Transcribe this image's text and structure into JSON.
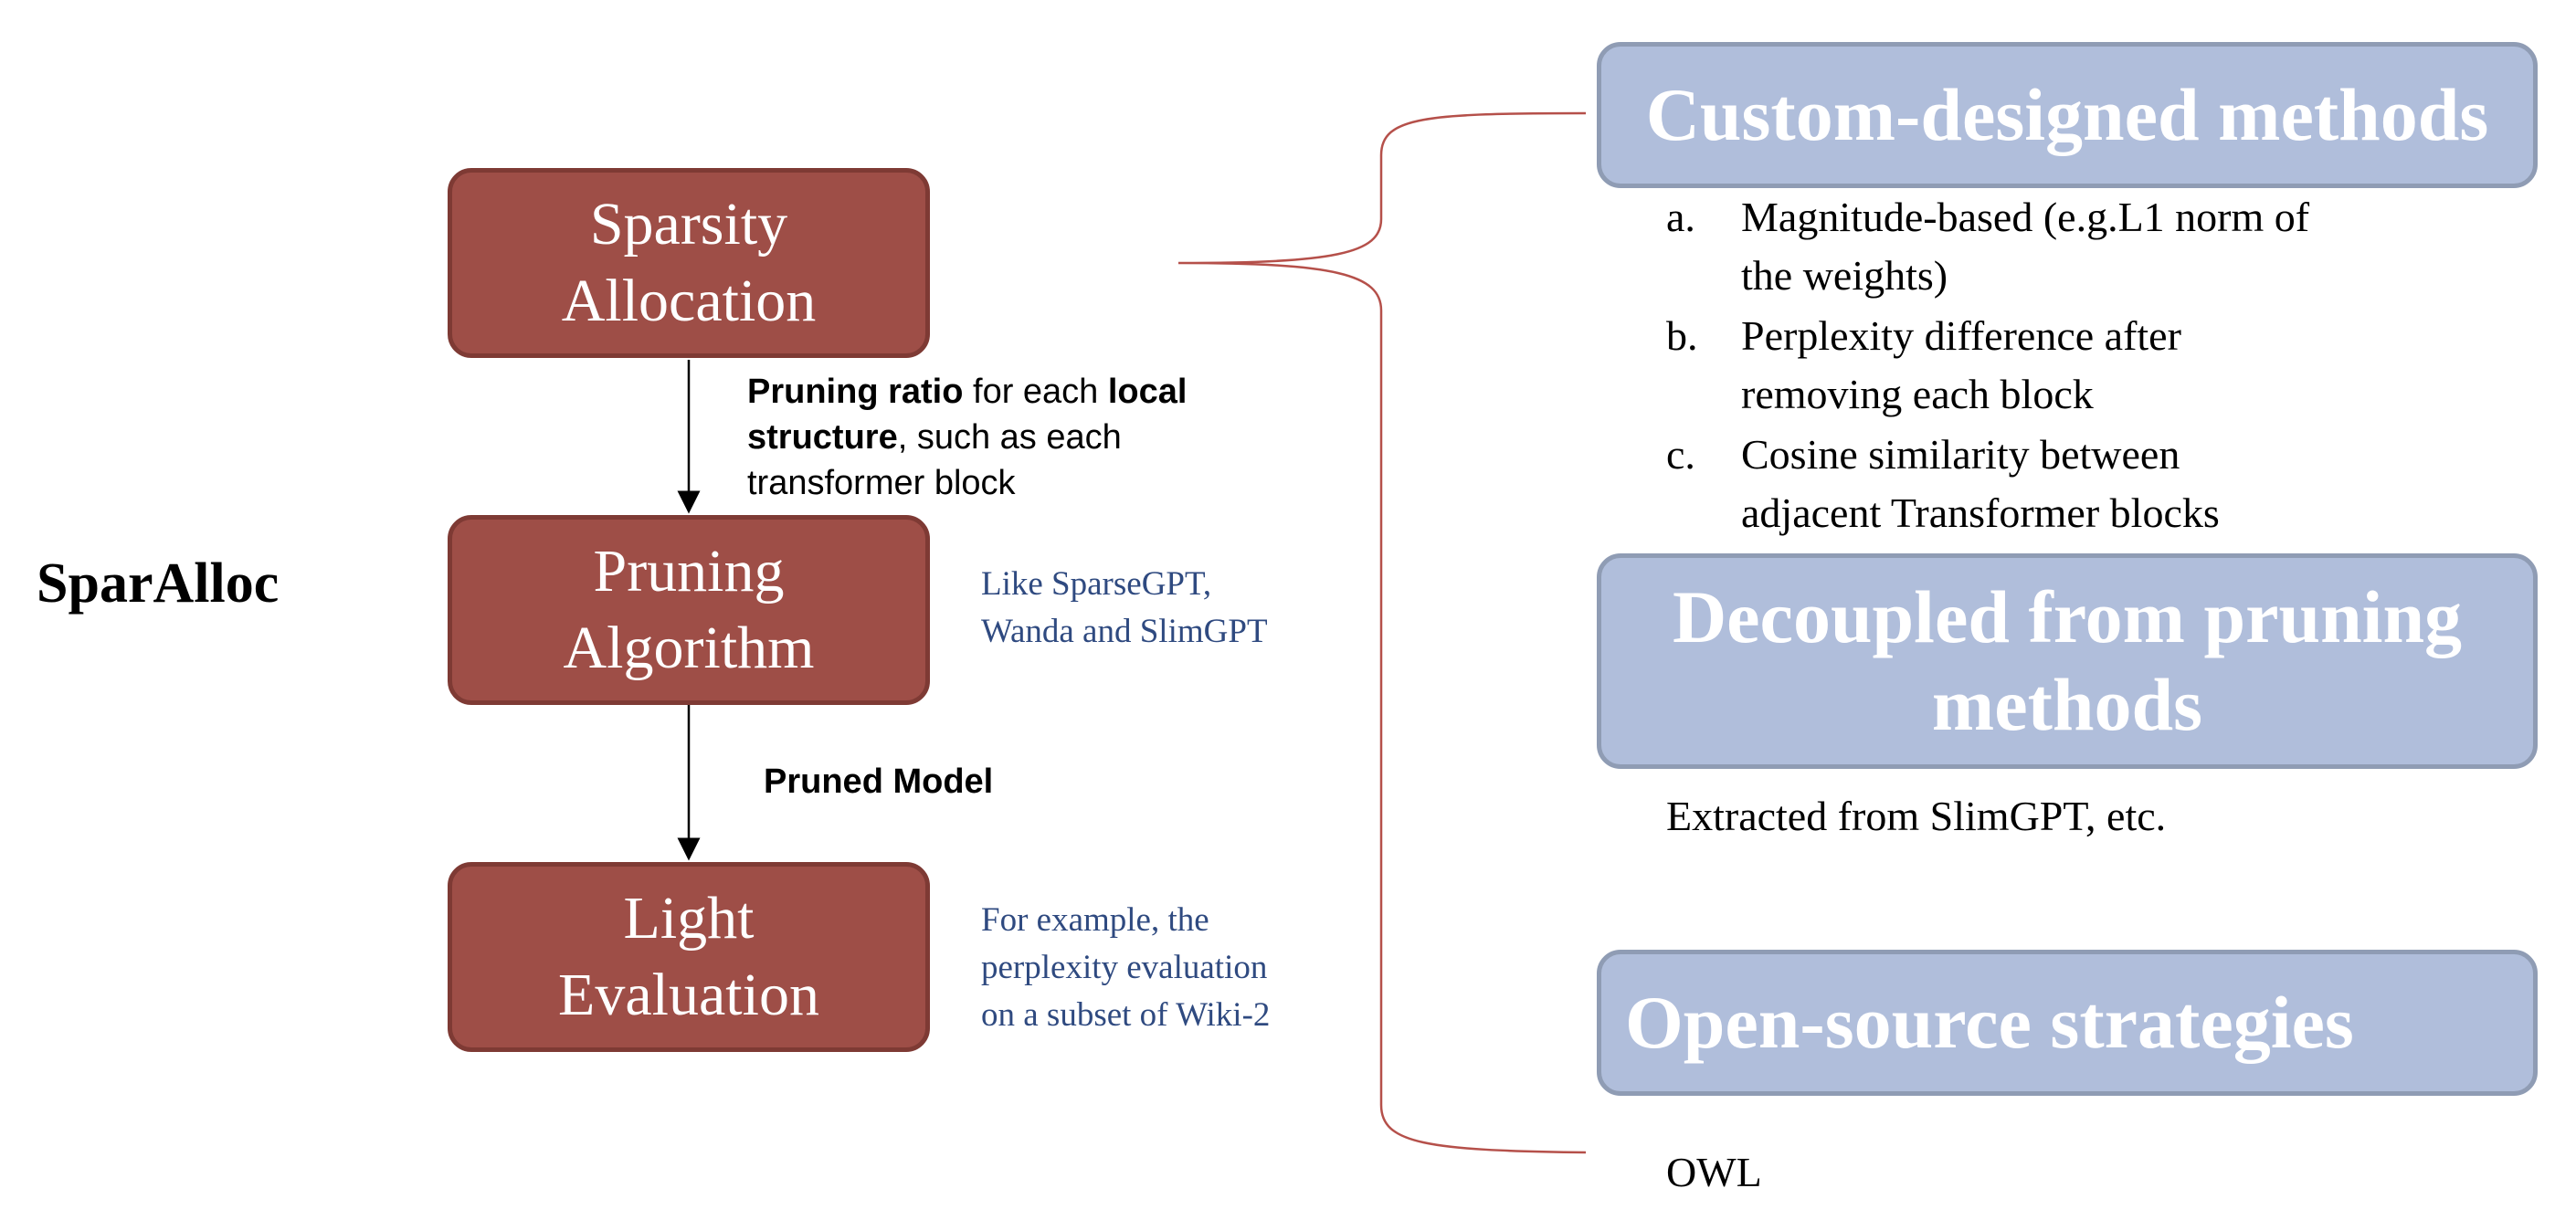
{
  "diagram": {
    "title": "SparAlloc",
    "stages": [
      {
        "lines": [
          "Sparsity",
          "Allocation"
        ]
      },
      {
        "lines": [
          "Pruning",
          "Algorithm"
        ]
      },
      {
        "lines": [
          "Light",
          "Evaluation"
        ]
      }
    ],
    "edge_labels": {
      "allocation_to_pruning": {
        "bold1": "Pruning ratio",
        "text1": " for each ",
        "bold2": "local structure",
        "text2": ", such as each transformer block"
      },
      "pruning_to_evaluation": "Pruned Model"
    },
    "notes": {
      "pruning": [
        "Like SparseGPT,",
        "Wanda and SlimGPT"
      ],
      "evaluation": [
        "For example, the",
        "perplexity evaluation",
        "on a subset of Wiki-2"
      ]
    },
    "categories": [
      {
        "title_lines": [
          "Custom-designed methods"
        ],
        "items": [
          {
            "marker": "a.",
            "lines": [
              "Magnitude-based (e.g.L1 norm of",
              "the weights)"
            ]
          },
          {
            "marker": "b.",
            "lines": [
              "Perplexity difference after",
              "removing each block"
            ]
          },
          {
            "marker": "c.",
            "lines": [
              "Cosine similarity between",
              "adjacent Transformer blocks"
            ]
          }
        ]
      },
      {
        "title_lines": [
          "Decoupled from pruning",
          "methods"
        ],
        "text": "Extracted from SlimGPT, etc."
      },
      {
        "title_lines": [
          "Open-source strategies"
        ],
        "text": "OWL"
      }
    ],
    "colors": {
      "stage_fill": "#9E4E47",
      "stage_border": "#7E3A34",
      "category_fill": "#B0BEDB",
      "category_border": "#8F9CB4",
      "note_text": "#2F4A80",
      "brace": "#B5504A"
    }
  }
}
